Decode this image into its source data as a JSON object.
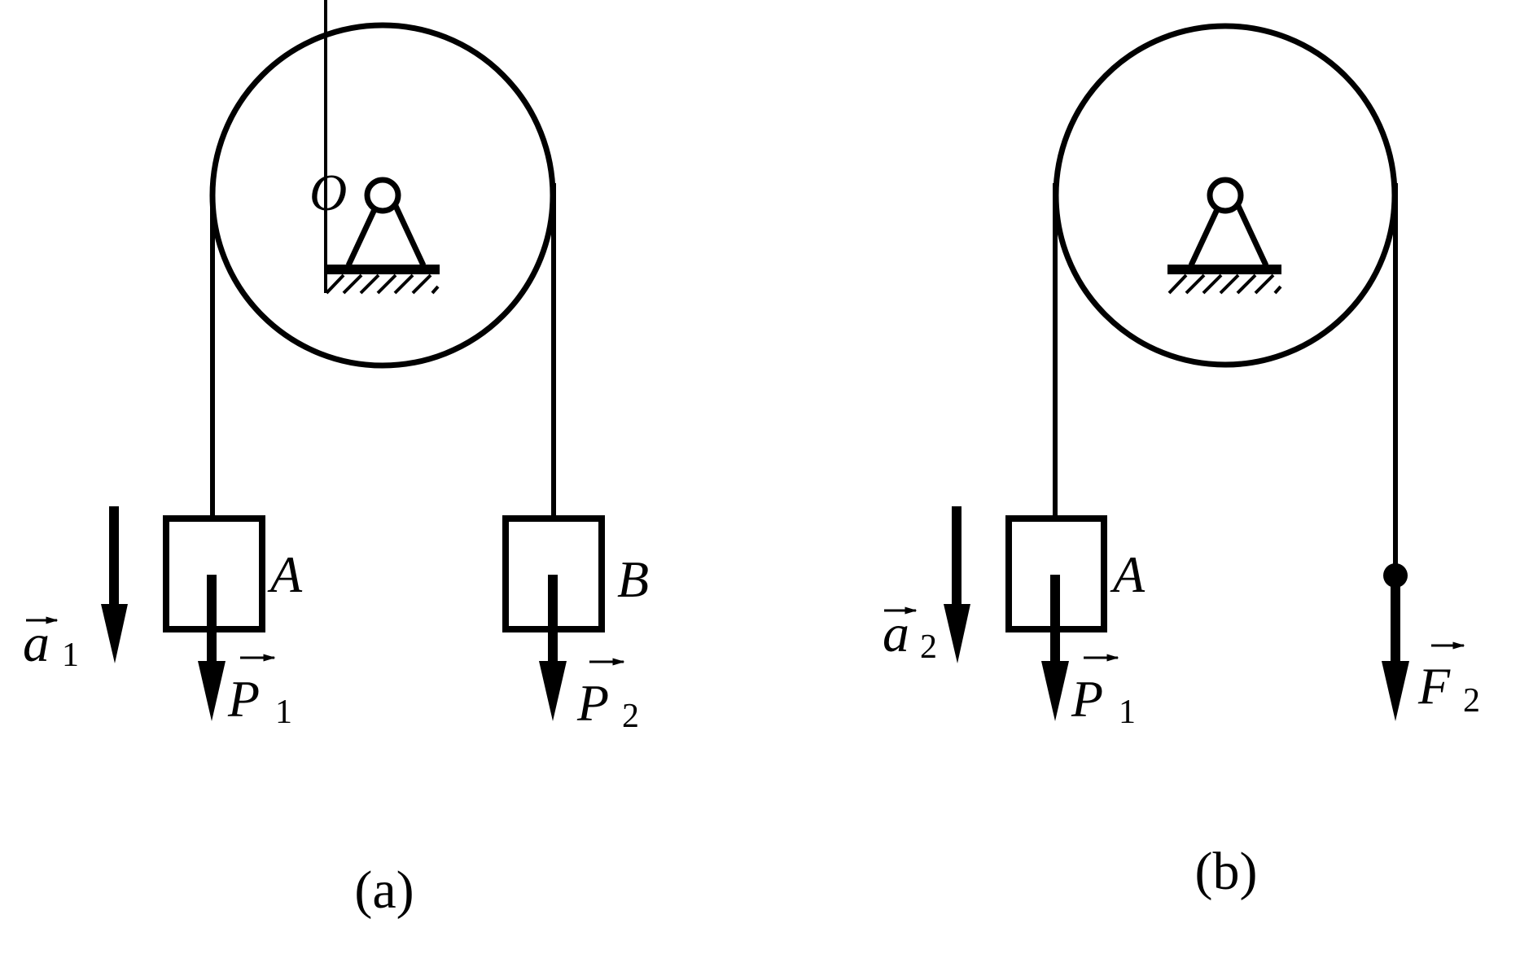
{
  "figure": {
    "panels": [
      {
        "id": "a",
        "caption": "(a)",
        "pulley_label": "O",
        "accel": {
          "symbol": "a",
          "subscript": "1"
        },
        "left_body": {
          "label": "A",
          "force": {
            "symbol": "P",
            "subscript": "1"
          }
        },
        "right_body": {
          "label": "B",
          "force": {
            "symbol": "P",
            "subscript": "2"
          }
        }
      },
      {
        "id": "b",
        "caption": "(b)",
        "pulley_label": "",
        "accel": {
          "symbol": "a",
          "subscript": "2"
        },
        "left_body": {
          "label": "A",
          "force": {
            "symbol": "P",
            "subscript": "1"
          }
        },
        "right_force": {
          "symbol": "F",
          "subscript": "2"
        }
      }
    ],
    "colors": {
      "ink": "#000000",
      "background": "#ffffff"
    }
  }
}
